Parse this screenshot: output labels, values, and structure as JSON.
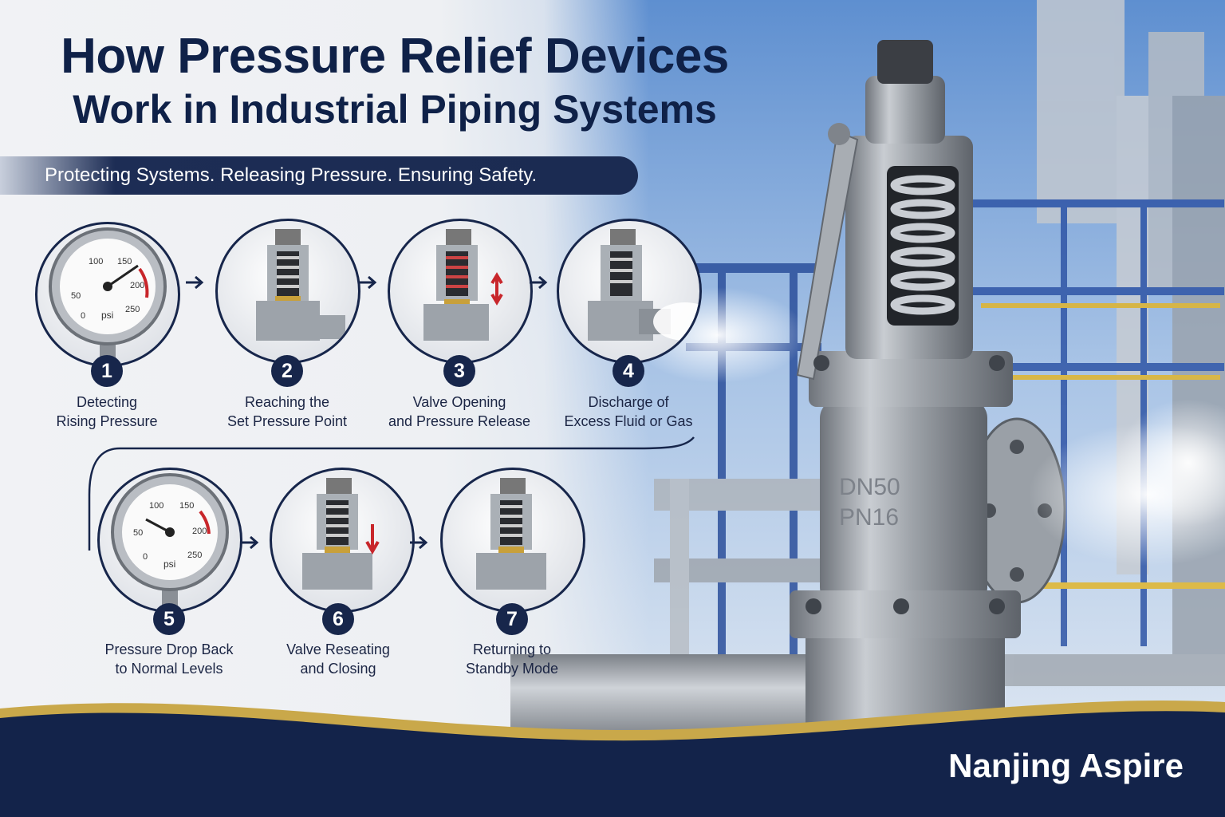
{
  "title": {
    "line1": "How Pressure Relief Devices",
    "line2": "Work in Industrial Piping Systems"
  },
  "tagline": "Protecting Systems. Releasing Pressure. Ensuring Safety.",
  "steps": [
    {
      "number": "1",
      "label_line1": "Detecting",
      "label_line2": "Rising Pressure",
      "visual": "pressure-gauge"
    },
    {
      "number": "2",
      "label_line1": "Reaching the",
      "label_line2": "Set Pressure Point",
      "visual": "relief-valve-cutaway"
    },
    {
      "number": "3",
      "label_line1": "Valve Opening",
      "label_line2": "and Pressure Release",
      "visual": "relief-valve-cutaway-up-arrow"
    },
    {
      "number": "4",
      "label_line1": "Discharge of",
      "label_line2": "Excess Fluid or Gas",
      "visual": "relief-valve-discharge"
    },
    {
      "number": "5",
      "label_line1": "Pressure Drop Back",
      "label_line2": "to Normal Levels",
      "visual": "pressure-gauge"
    },
    {
      "number": "6",
      "label_line1": "Valve Reseating",
      "label_line2": "and Closing",
      "visual": "relief-valve-cutaway-down-arrow"
    },
    {
      "number": "7",
      "label_line1": "Returning to",
      "label_line2": "Standby Mode",
      "visual": "relief-valve-cutaway"
    }
  ],
  "gauge": {
    "ticks": [
      "0",
      "50",
      "100",
      "150",
      "200",
      "250"
    ],
    "unit": "psi"
  },
  "valve_marking": {
    "line1": "DN50",
    "line2": "PN16"
  },
  "brand": "Nanjing Aspire",
  "colors": {
    "navy": "#17264b",
    "gold": "#c9a84a",
    "steel": "#a9adb3",
    "arrow_red": "#c8262b",
    "brass": "#c8a03a"
  }
}
